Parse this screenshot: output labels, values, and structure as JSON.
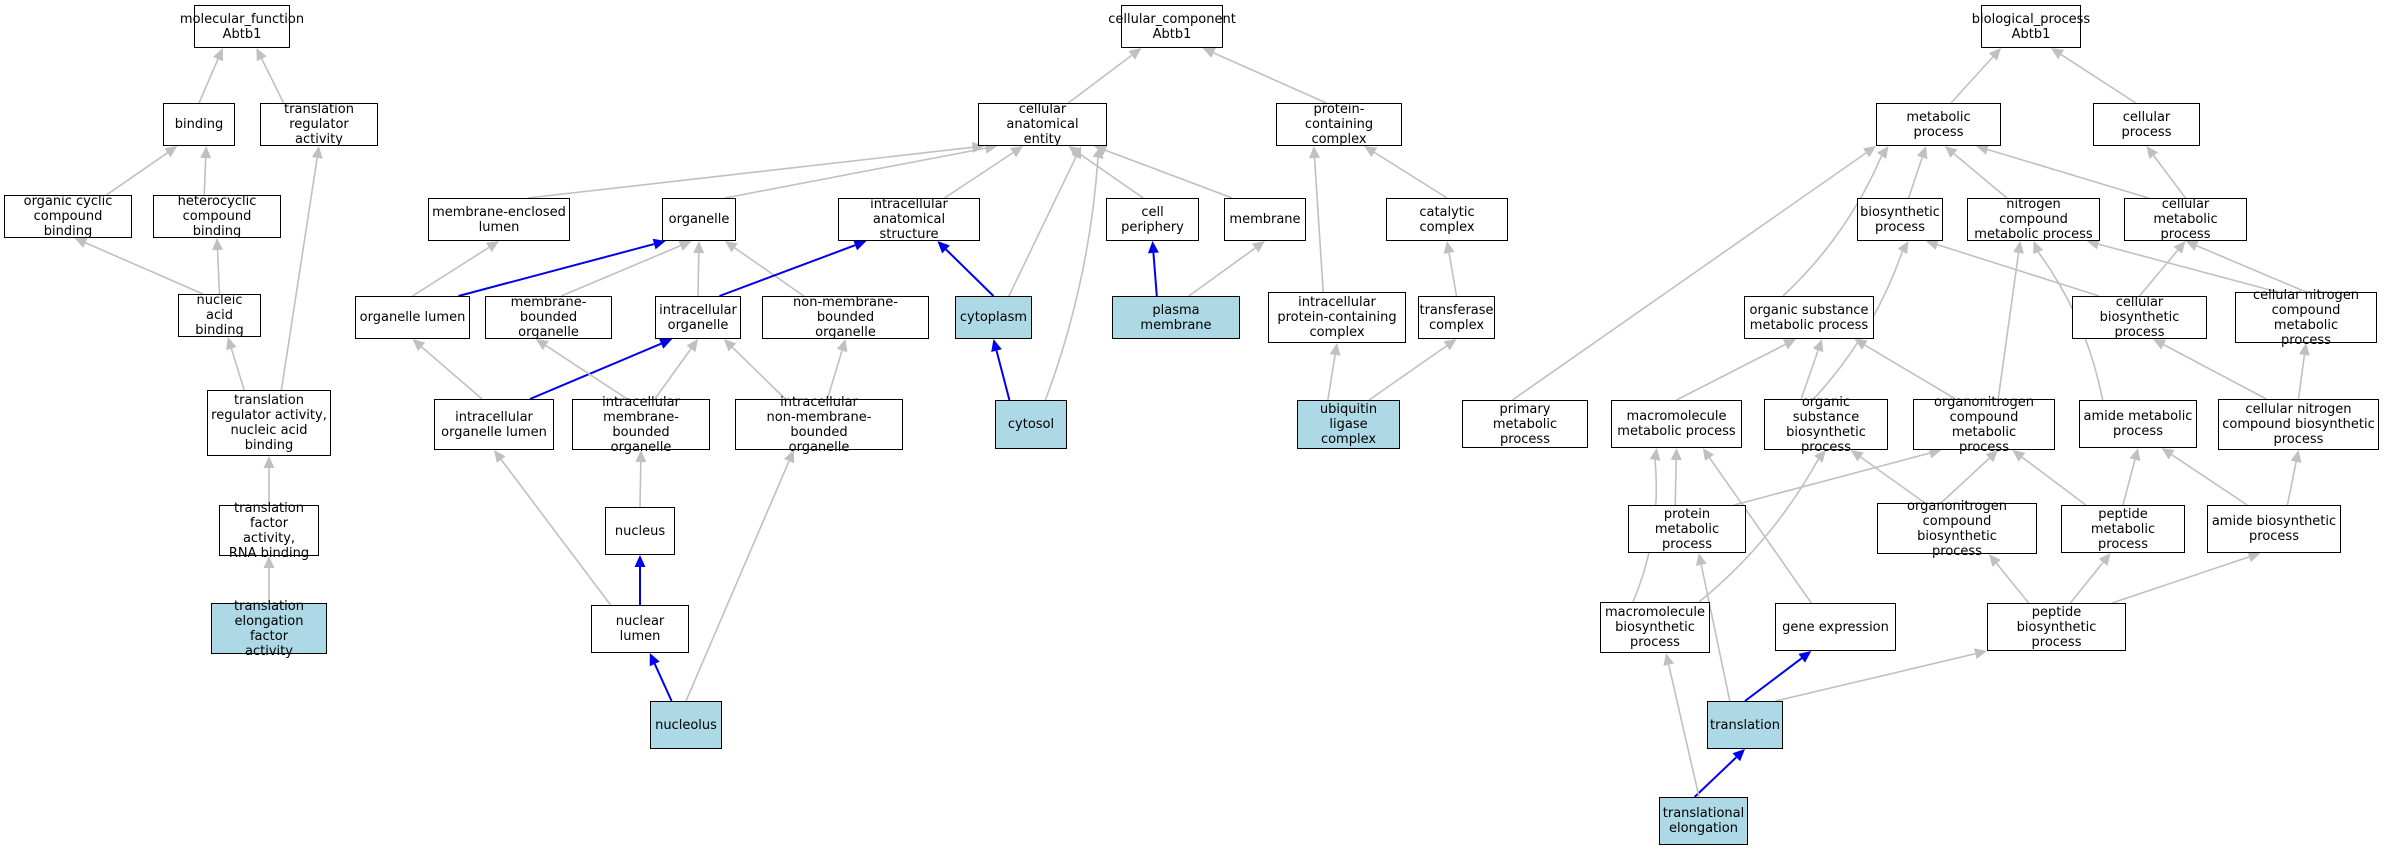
{
  "colors": {
    "highlight_fill": "#add8e6",
    "edge_gray": "#c0c0c0",
    "edge_blue": "#0000ee"
  },
  "nodes": {
    "mf_root": {
      "label": "molecular_function\nAbtb1"
    },
    "binding": {
      "label": "binding"
    },
    "trans_reg": {
      "label": "translation\nregulator activity"
    },
    "org_cyc": {
      "label": "organic cyclic\ncompound binding"
    },
    "heterocyc": {
      "label": "heterocyclic\ncompound binding"
    },
    "na_binding": {
      "label": "nucleic acid\nbinding"
    },
    "tr_na": {
      "label": "translation\nregulator activity,\nnucleic acid\nbinding"
    },
    "tf_rna": {
      "label": "translation\nfactor activity,\nRNA binding"
    },
    "tef": {
      "label": "translation\nelongation factor\nactivity",
      "highlighted": true
    },
    "cc_root": {
      "label": "cellular_component\nAbtb1"
    },
    "cae": {
      "label": "cellular anatomical\nentity"
    },
    "pcc": {
      "label": "protein-containing\ncomplex"
    },
    "mel": {
      "label": "membrane-enclosed\nlumen"
    },
    "organelle": {
      "label": "organelle"
    },
    "ias": {
      "label": "intracellular\nanatomical structure"
    },
    "cellper": {
      "label": "cell periphery"
    },
    "membrane": {
      "label": "membrane"
    },
    "catcomp": {
      "label": "catalytic complex"
    },
    "org_lumen": {
      "label": "organelle lumen"
    },
    "mbo": {
      "label": "membrane-bounded\norganelle"
    },
    "io": {
      "label": "intracellular\norganelle"
    },
    "nmbo": {
      "label": "non-membrane-bounded\norganelle"
    },
    "cytoplasm": {
      "label": "cytoplasm",
      "highlighted": true
    },
    "pm": {
      "label": "plasma membrane",
      "highlighted": true
    },
    "ipcc": {
      "label": "intracellular\nprotein-containing\ncomplex"
    },
    "transferase": {
      "label": "transferase\ncomplex"
    },
    "iol": {
      "label": "intracellular\norganelle lumen"
    },
    "imbo": {
      "label": "intracellular\nmembrane-bounded\norganelle"
    },
    "inmbo": {
      "label": "intracellular\nnon-membrane-bounded\norganelle"
    },
    "cytosol": {
      "label": "cytosol",
      "highlighted": true
    },
    "ubl": {
      "label": "ubiquitin ligase\ncomplex",
      "highlighted": true
    },
    "nucleus": {
      "label": "nucleus"
    },
    "nuc_lumen": {
      "label": "nuclear lumen"
    },
    "nucleolus": {
      "label": "nucleolus",
      "highlighted": true
    },
    "bp_root": {
      "label": "biological_process\nAbtb1"
    },
    "metab": {
      "label": "metabolic process"
    },
    "cellproc": {
      "label": "cellular process"
    },
    "biosyn": {
      "label": "biosynthetic\nprocess"
    },
    "ncmp": {
      "label": "nitrogen compound\nmetabolic process"
    },
    "cmp": {
      "label": "cellular metabolic\nprocess"
    },
    "osmp": {
      "label": "organic substance\nmetabolic process"
    },
    "cbp": {
      "label": "cellular biosynthetic\nprocess"
    },
    "cncmp": {
      "label": "cellular nitrogen\ncompound metabolic\nprocess"
    },
    "pmp": {
      "label": "primary metabolic\nprocess"
    },
    "mmp": {
      "label": "macromolecule\nmetabolic process"
    },
    "osbp": {
      "label": "organic substance\nbiosynthetic\nprocess"
    },
    "ocmp": {
      "label": "organonitrogen\ncompound metabolic\nprocess"
    },
    "amp": {
      "label": "amide metabolic\nprocess"
    },
    "cncbp": {
      "label": "cellular nitrogen\ncompound biosynthetic\nprocess"
    },
    "protmp": {
      "label": "protein metabolic\nprocess"
    },
    "ocbp": {
      "label": "organonitrogen\ncompound biosynthetic\nprocess"
    },
    "pepmp": {
      "label": "peptide metabolic\nprocess"
    },
    "abp": {
      "label": "amide biosynthetic\nprocess"
    },
    "mbp": {
      "label": "macromolecule\nbiosynthetic\nprocess"
    },
    "gexp": {
      "label": "gene expression"
    },
    "pbp": {
      "label": "peptide biosynthetic\nprocess"
    },
    "translation": {
      "label": "translation",
      "highlighted": true
    },
    "trelong": {
      "label": "translational\nelongation",
      "highlighted": true
    }
  }
}
